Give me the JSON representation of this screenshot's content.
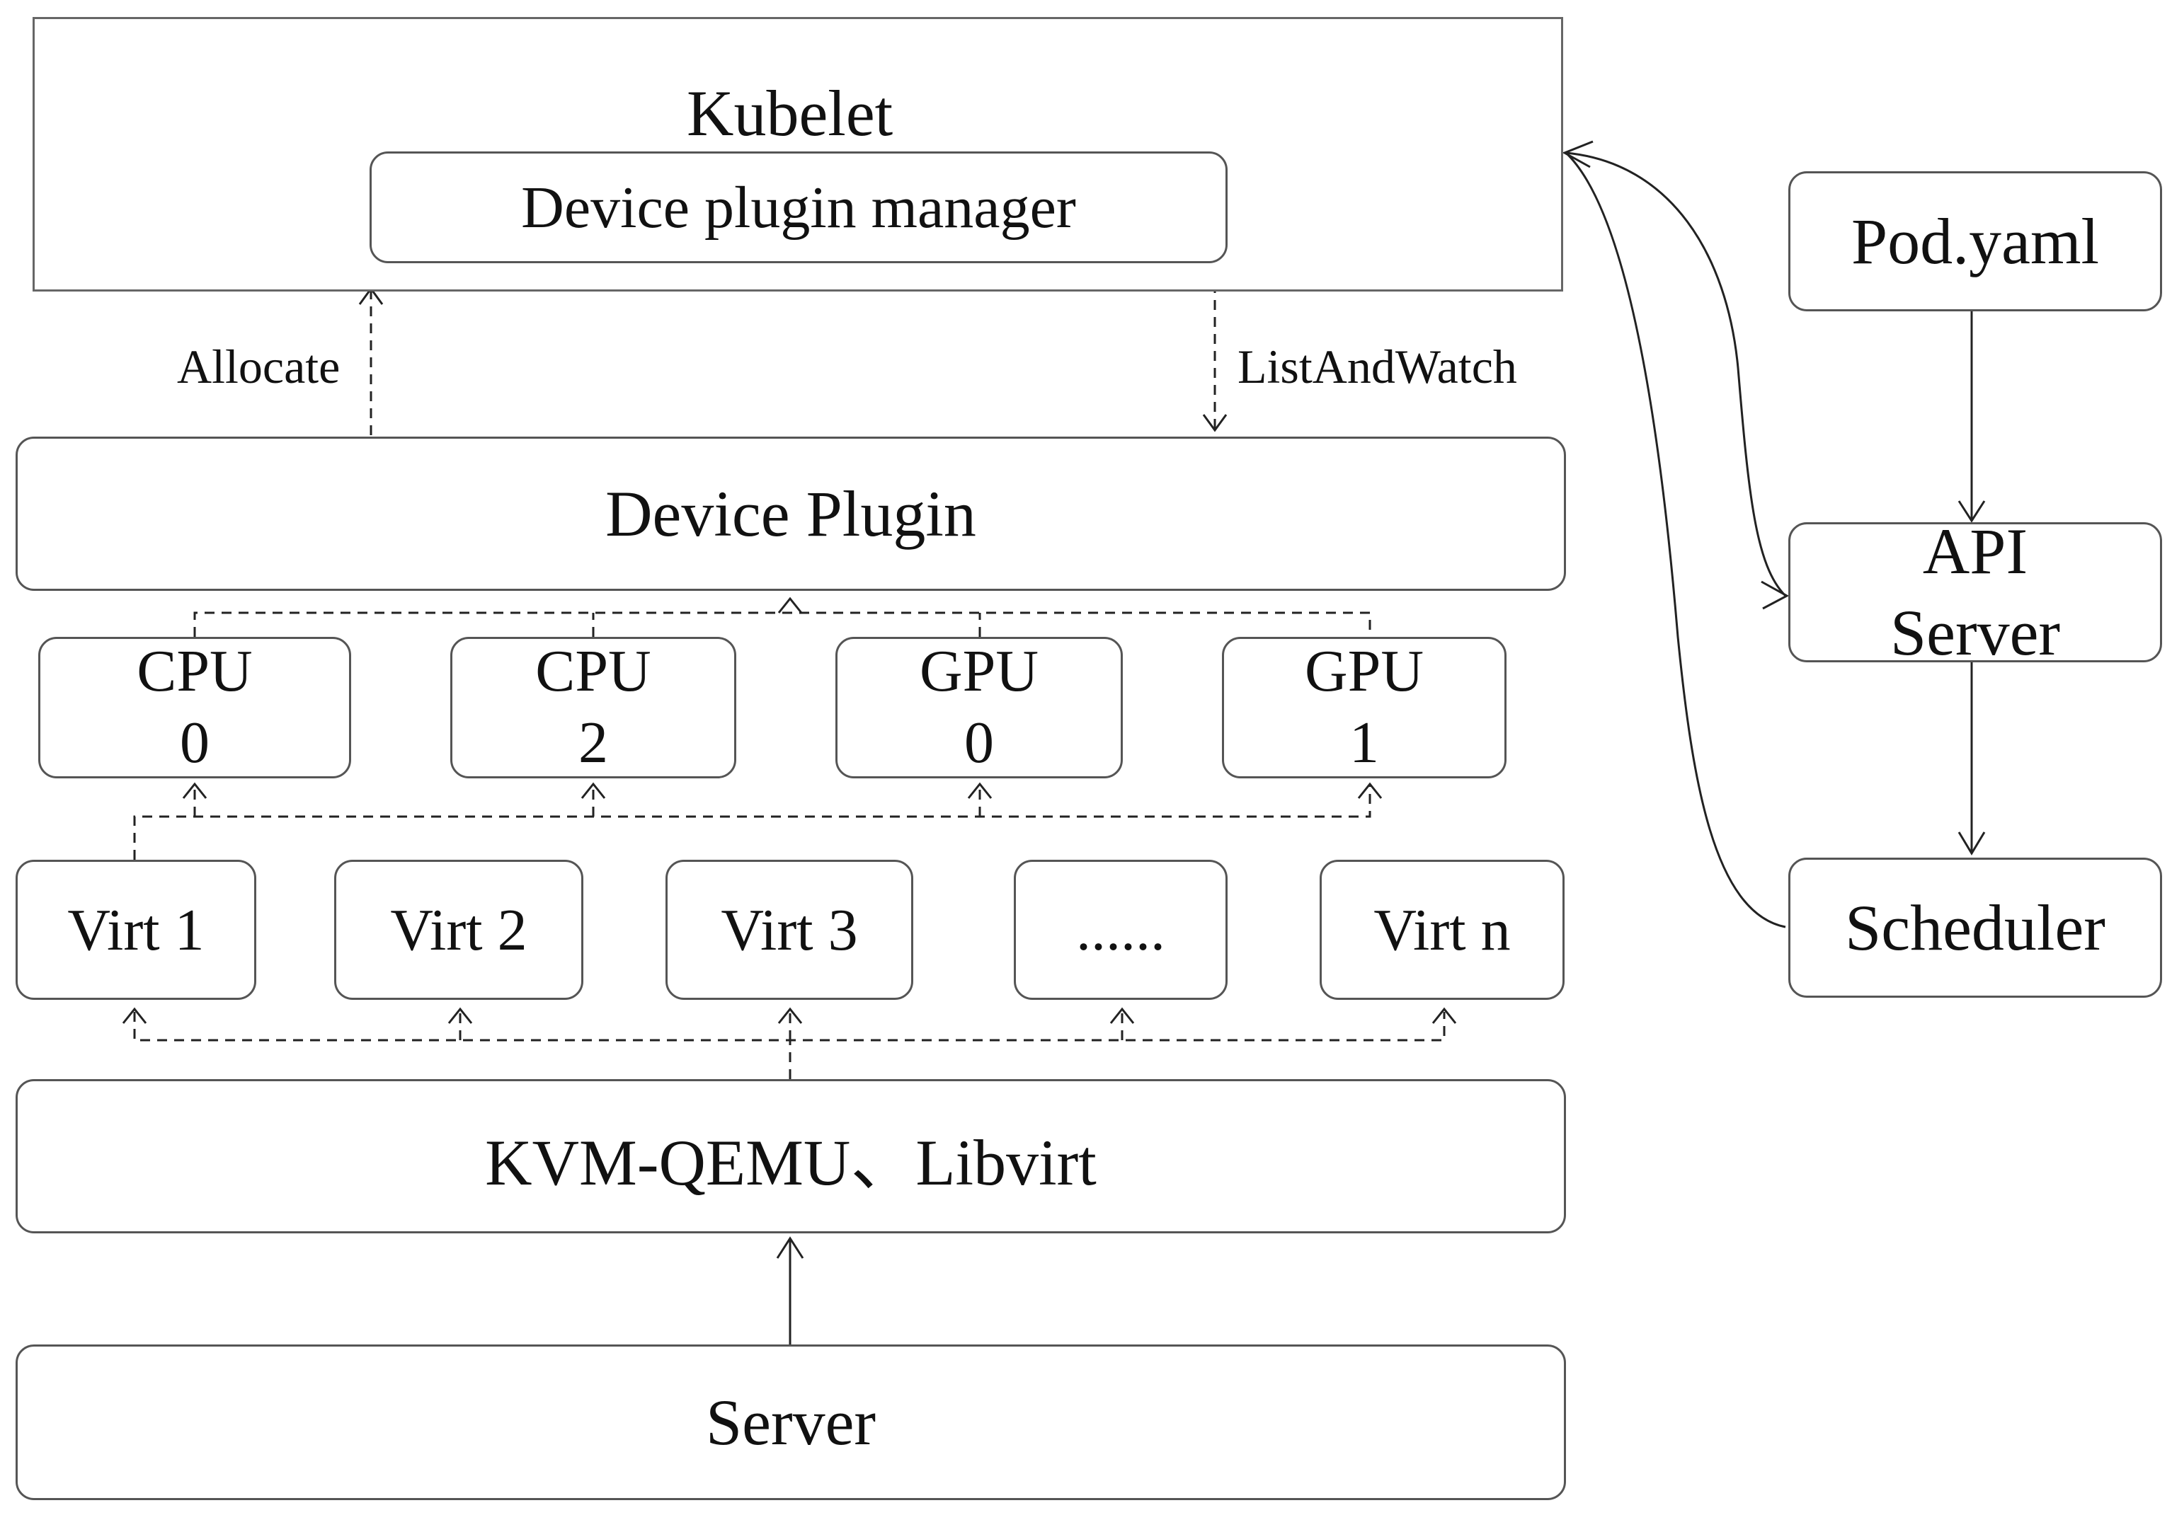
{
  "kubelet": {
    "title": "Kubelet",
    "manager": "Device plugin manager"
  },
  "edges": {
    "allocate": "Allocate",
    "list_and_watch": "ListAndWatch"
  },
  "device_plugin": "Device Plugin",
  "devices": [
    {
      "name": "CPU",
      "index": "0"
    },
    {
      "name": "CPU",
      "index": "2"
    },
    {
      "name": "GPU",
      "index": "0"
    },
    {
      "name": "GPU",
      "index": "1"
    }
  ],
  "virts": [
    "Virt 1",
    "Virt 2",
    "Virt 3",
    "......",
    "Virt n"
  ],
  "hypervisor": "KVM-QEMU、Libvirt",
  "server": "Server",
  "control_plane": {
    "pod_yaml": "Pod.yaml",
    "api_line1": "API",
    "api_line2": "Server",
    "scheduler": "Scheduler"
  }
}
